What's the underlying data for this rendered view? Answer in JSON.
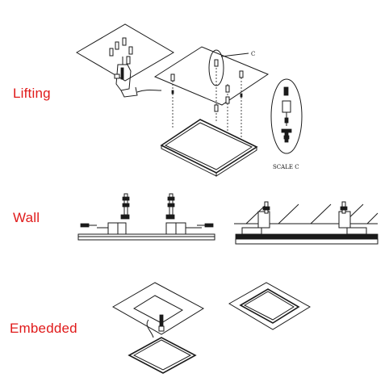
{
  "sections": {
    "lifting": "Lifting",
    "wall": "Wall",
    "embedded": "Embedded"
  },
  "callouts": {
    "c_marker": "C",
    "scale_caption": "SCALE C"
  },
  "colors": {
    "section_label": "#e01a1a",
    "line_art": "#1a1a1a"
  }
}
